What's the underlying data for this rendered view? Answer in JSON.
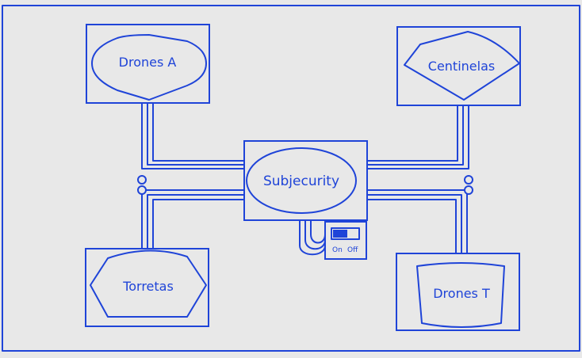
{
  "diagram": {
    "hub": {
      "label": "Subjecurity"
    },
    "nodes": {
      "drones_a": {
        "label": "Drones A"
      },
      "centinelas": {
        "label": "Centinelas"
      },
      "torretas": {
        "label": "Torretas"
      },
      "drones_t": {
        "label": "Drones T"
      }
    },
    "switch": {
      "on_label": "On",
      "off_label": "Off",
      "state": "on"
    }
  },
  "colors": {
    "line": "#1f44d8",
    "background": "#e8e8e8",
    "switch_fill": "#1f44d8"
  }
}
